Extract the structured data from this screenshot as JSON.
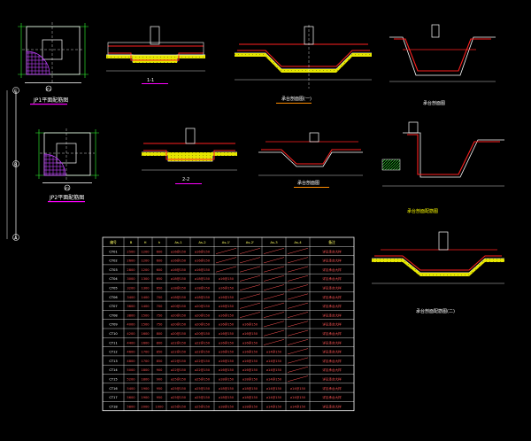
{
  "colors": {
    "background": "#000000",
    "outline": "#ffffff",
    "rebar": "#ff2020",
    "fill_yellow": "#ffff00",
    "hatch_green": "#33ff33",
    "underline_magenta": "#ff00ff",
    "underline_orange": "#ff8c00",
    "cell_text": "#ff5555",
    "table_header_text": "#ffff66"
  },
  "grid_axis": {
    "labels": [
      "C",
      "B",
      "A"
    ]
  },
  "plans": [
    {
      "id": "plan-1",
      "title": "JP1平面配筋图",
      "corner_labels": [
        "JP1"
      ]
    },
    {
      "id": "plan-2",
      "title": "JP2平面配筋图",
      "corner_labels": [
        "JP2"
      ]
    }
  ],
  "sections": [
    {
      "id": "section-1-1",
      "title": "1-1"
    },
    {
      "id": "section-main",
      "title": "承台剖面图(一)"
    },
    {
      "id": "section-right-top",
      "title": "承台剖面图"
    },
    {
      "id": "section-2-2",
      "title": "2-2"
    },
    {
      "id": "section-mid",
      "title": "承台剖面图"
    },
    {
      "id": "section-right-mid",
      "title": "承台剖面配筋图"
    },
    {
      "id": "section-lower-right",
      "title": "承台剖面配筋图(二)"
    }
  ],
  "table": {
    "headers": [
      "编号",
      "B",
      "H",
      "h",
      "As-1",
      "As-2",
      "As-1'",
      "As-2'",
      "As-3",
      "As-4",
      "备注"
    ],
    "rows": [
      [
        "CT01",
        "2500",
        "1200",
        "600",
        "⌀16@150",
        "⌀16@150",
        "",
        "",
        "",
        "",
        "详见承台大样"
      ],
      [
        "CT02",
        "2600",
        "1200",
        "600",
        "⌀16@150",
        "⌀16@150",
        "",
        "",
        "",
        "",
        "详见承台大样"
      ],
      [
        "CT03",
        "2800",
        "1200",
        "600",
        "⌀16@150",
        "⌀16@150",
        "",
        "",
        "",
        "",
        "详见承台大样"
      ],
      [
        "CT04",
        "3000",
        "1300",
        "650",
        "⌀18@150",
        "⌀18@150",
        "⌀16@150",
        "",
        "",
        "",
        "详见承台大样"
      ],
      [
        "CT05",
        "3200",
        "1300",
        "650",
        "⌀18@150",
        "⌀18@150",
        "⌀16@150",
        "",
        "",
        "",
        "详见承台大样"
      ],
      [
        "CT06",
        "3400",
        "1400",
        "700",
        "⌀18@150",
        "⌀18@150",
        "⌀16@150",
        "",
        "",
        "",
        "详见承台大样"
      ],
      [
        "CT07",
        "3600",
        "1400",
        "700",
        "⌀20@150",
        "⌀20@150",
        "⌀16@150",
        "",
        "",
        "",
        "详见承台大样"
      ],
      [
        "CT08",
        "3800",
        "1500",
        "750",
        "⌀20@150",
        "⌀20@150",
        "⌀16@150",
        "",
        "",
        "",
        "详见承台大样"
      ],
      [
        "CT09",
        "4000",
        "1500",
        "750",
        "⌀20@150",
        "⌀20@150",
        "⌀16@150",
        "⌀16@150",
        "",
        "",
        "详见承台大样"
      ],
      [
        "CT10",
        "4200",
        "1600",
        "800",
        "⌀20@150",
        "⌀20@150",
        "⌀16@150",
        "⌀16@150",
        "",
        "",
        "详见承台大样"
      ],
      [
        "CT11",
        "4400",
        "1600",
        "800",
        "⌀22@150",
        "⌀22@150",
        "⌀16@150",
        "⌀16@150",
        "",
        "",
        "详见承台大样"
      ],
      [
        "CT12",
        "4600",
        "1700",
        "850",
        "⌀22@150",
        "⌀22@150",
        "⌀16@150",
        "⌀16@150",
        "⌀14@150",
        "",
        "详见承台大样"
      ],
      [
        "CT13",
        "4800",
        "1700",
        "850",
        "⌀22@150",
        "⌀22@150",
        "⌀16@150",
        "⌀16@150",
        "⌀14@150",
        "",
        "详见承台大样"
      ],
      [
        "CT14",
        "5000",
        "1800",
        "900",
        "⌀22@150",
        "⌀22@150",
        "⌀16@150",
        "⌀16@150",
        "⌀14@150",
        "",
        "详见承台大样"
      ],
      [
        "CT15",
        "5200",
        "1800",
        "900",
        "⌀25@150",
        "⌀25@150",
        "⌀18@150",
        "⌀18@150",
        "⌀14@150",
        "",
        "详见承台大样"
      ],
      [
        "CT16",
        "5400",
        "1900",
        "950",
        "⌀25@150",
        "⌀25@150",
        "⌀18@150",
        "⌀18@150",
        "⌀14@150",
        "⌀14@150",
        "详见承台大样"
      ],
      [
        "CT17",
        "5600",
        "1900",
        "950",
        "⌀25@150",
        "⌀25@150",
        "⌀18@150",
        "⌀18@150",
        "⌀14@150",
        "⌀14@150",
        "详见承台大样"
      ],
      [
        "CT18",
        "5800",
        "2000",
        "1000",
        "⌀25@150",
        "⌀25@150",
        "⌀18@150",
        "⌀18@150",
        "⌀14@150",
        "⌀14@150",
        "详见承台大样"
      ]
    ]
  }
}
